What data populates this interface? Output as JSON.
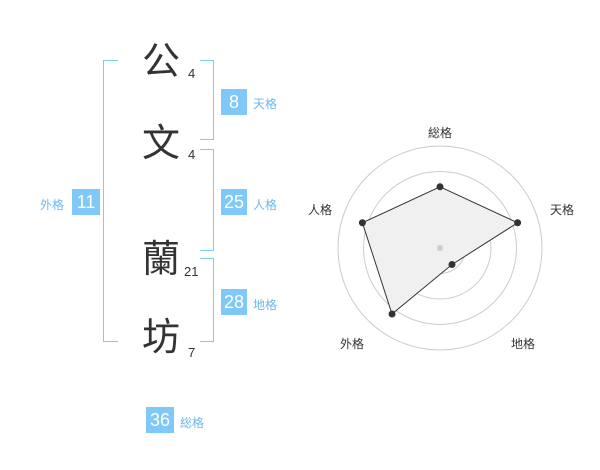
{
  "characters": [
    {
      "char": "公",
      "strokes": "4"
    },
    {
      "char": "文",
      "strokes": "4"
    },
    {
      "char": "蘭",
      "strokes": "21"
    },
    {
      "char": "坊",
      "strokes": "7"
    }
  ],
  "grid": {
    "tenkaku": {
      "value": "8",
      "label": "天格"
    },
    "jinkaku": {
      "value": "25",
      "label": "人格"
    },
    "chikaku": {
      "value": "28",
      "label": "地格"
    },
    "gaikaku": {
      "value": "11",
      "label": "外格"
    },
    "soukaku": {
      "value": "36",
      "label": "総格"
    }
  },
  "chart_data": {
    "type": "radar",
    "axes": [
      "総格",
      "天格",
      "地格",
      "外格",
      "人格"
    ],
    "values": [
      3,
      4,
      1,
      4,
      4
    ],
    "max": 5,
    "rings": 4,
    "colors": {
      "fill": "#f0f0f0",
      "line": "#333333",
      "grid": "#cccccc"
    }
  }
}
